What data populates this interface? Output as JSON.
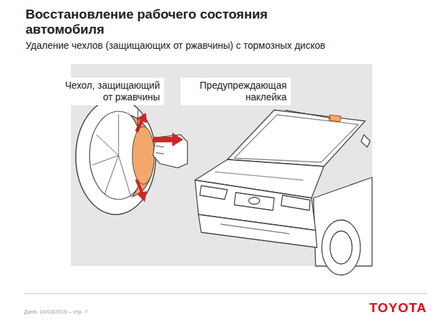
{
  "diagram": {
    "title": "Восстановление рабочего состояния автомобиля",
    "labels": [
      "Удаление чехлов (защищающих от ржавчины) с тормозных дисков",
      "Чехол, защищающий от ржавчины",
      "Предупреждающая наклейка",
      "Дата: 10/03/2015 – стр. 7",
      "TOYOTA"
    ]
  }
}
